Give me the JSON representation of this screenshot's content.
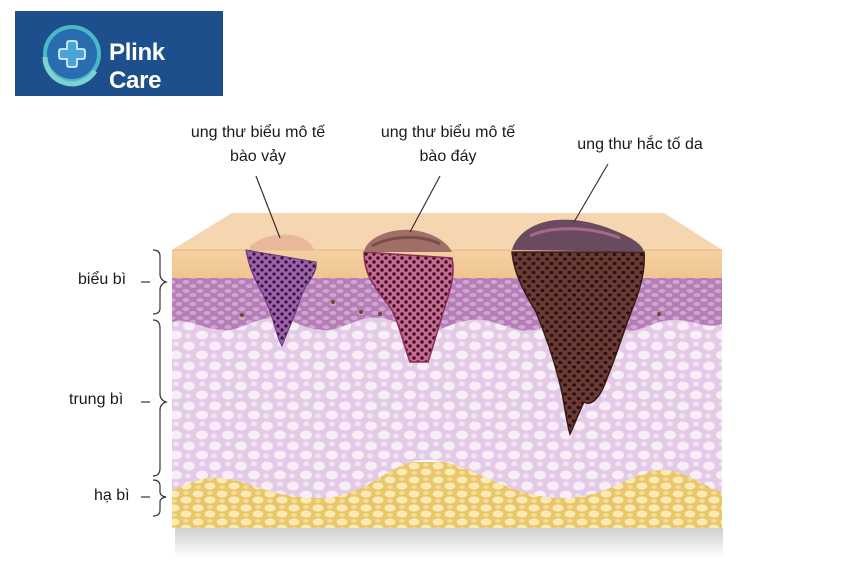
{
  "logo": {
    "text": "Plink Care",
    "icon": "plus-cross-icon"
  },
  "callouts": [
    {
      "id": "scc",
      "line1": "ung thư biểu mô tế",
      "line2": "bào vảy"
    },
    {
      "id": "bcc",
      "line1": "ung thư biểu mô tế",
      "line2": "bào đáy"
    },
    {
      "id": "mel",
      "line1": "ung thư hắc tố da",
      "line2": ""
    }
  ],
  "layers": {
    "epidermis": "biểu bì",
    "dermis": "trung bì",
    "hypodermis": "hạ bì"
  },
  "colors": {
    "logo_bg": "#1d4f8c",
    "epidermis_top": "#f6d3a4",
    "epidermis_basal": "#b77fb8",
    "dermis": "#ead6ec",
    "hypodermis": "#f4dc8e",
    "scc": "#9b5aa7",
    "bcc": "#c45b8a",
    "melanoma": "#5a2c2c"
  }
}
